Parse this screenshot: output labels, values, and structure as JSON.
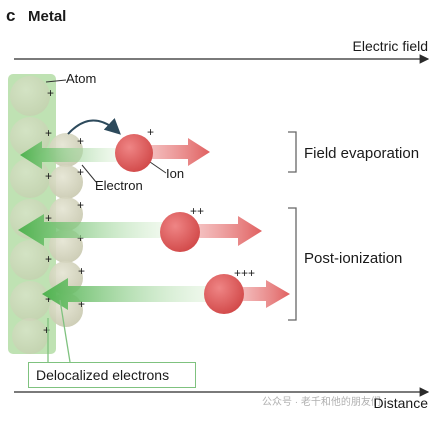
{
  "panel": {
    "letter": "c",
    "title": "Metal"
  },
  "axes": {
    "top_label": "Electric field",
    "bottom_label": "Distance"
  },
  "labels": {
    "atom": "Atom",
    "electron": "Electron",
    "ion": "Ion",
    "field_evaporation": "Field evaporation",
    "post_ionization": "Post-ionization",
    "delocalized_electrons": "Delocalized electrons"
  },
  "charges": {
    "atom": "+",
    "single": "+",
    "double": "++",
    "triple": "+++"
  },
  "watermark": "公众号 · 老千和他的朋友们",
  "colors": {
    "delocalized_region": "#bfe2b3",
    "atom_fill": "#d6d6bf",
    "ion_fill": "#e05a5a",
    "ion_arrow": "#e88080",
    "electron_arrow": "#6cc36c",
    "bracket": "#666666"
  }
}
